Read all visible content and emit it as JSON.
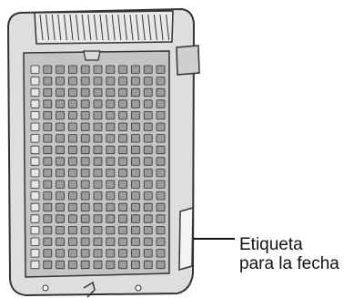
{
  "callout": {
    "line1": "Etiqueta",
    "line2": "para la fecha"
  },
  "colors": {
    "outline": "#333333",
    "body_fill": "#dedede",
    "panel_fill": "#c4c4c4",
    "grid_cell": "#9c9c9c",
    "background": "#ffffff"
  },
  "icons": [
    "air-purifier-unit",
    "filter-grid",
    "date-label-sticker",
    "leader-line"
  ]
}
